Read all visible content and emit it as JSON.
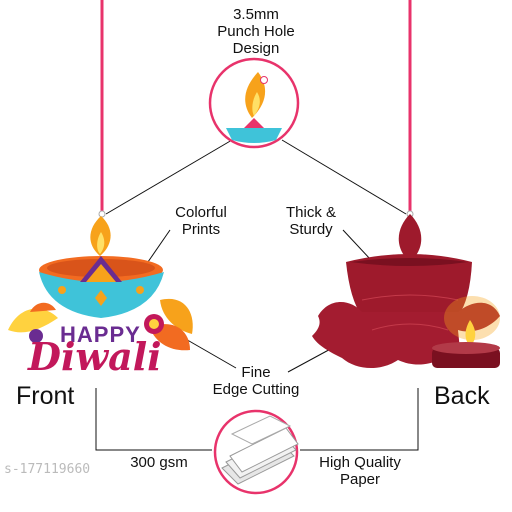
{
  "callouts": {
    "punch_hole": [
      "3.5mm",
      "Punch Hole",
      "Design"
    ],
    "colorful": [
      "Colorful",
      "Prints"
    ],
    "thick": [
      "Thick &",
      "Sturdy"
    ],
    "edge": [
      "Fine",
      "Edge Cutting"
    ],
    "gsm": "300 gsm",
    "paper": [
      "High Quality",
      "Paper"
    ]
  },
  "sides": {
    "front": "Front",
    "back": "Back"
  },
  "artwork": {
    "happy": "HAPPY",
    "diwali": "Diwali"
  },
  "watermark": "s-177119660",
  "colors": {
    "string": "#e8336b",
    "flame": "#f7a21b",
    "lamp_cyan": "#3fc3d9",
    "lamp_orange": "#f26b21",
    "diwali_pink": "#c2185b",
    "back_red": "#9e1a2c"
  },
  "icons": [
    "diya-lamp-icon",
    "paper-stack-icon",
    "candle-icon"
  ]
}
